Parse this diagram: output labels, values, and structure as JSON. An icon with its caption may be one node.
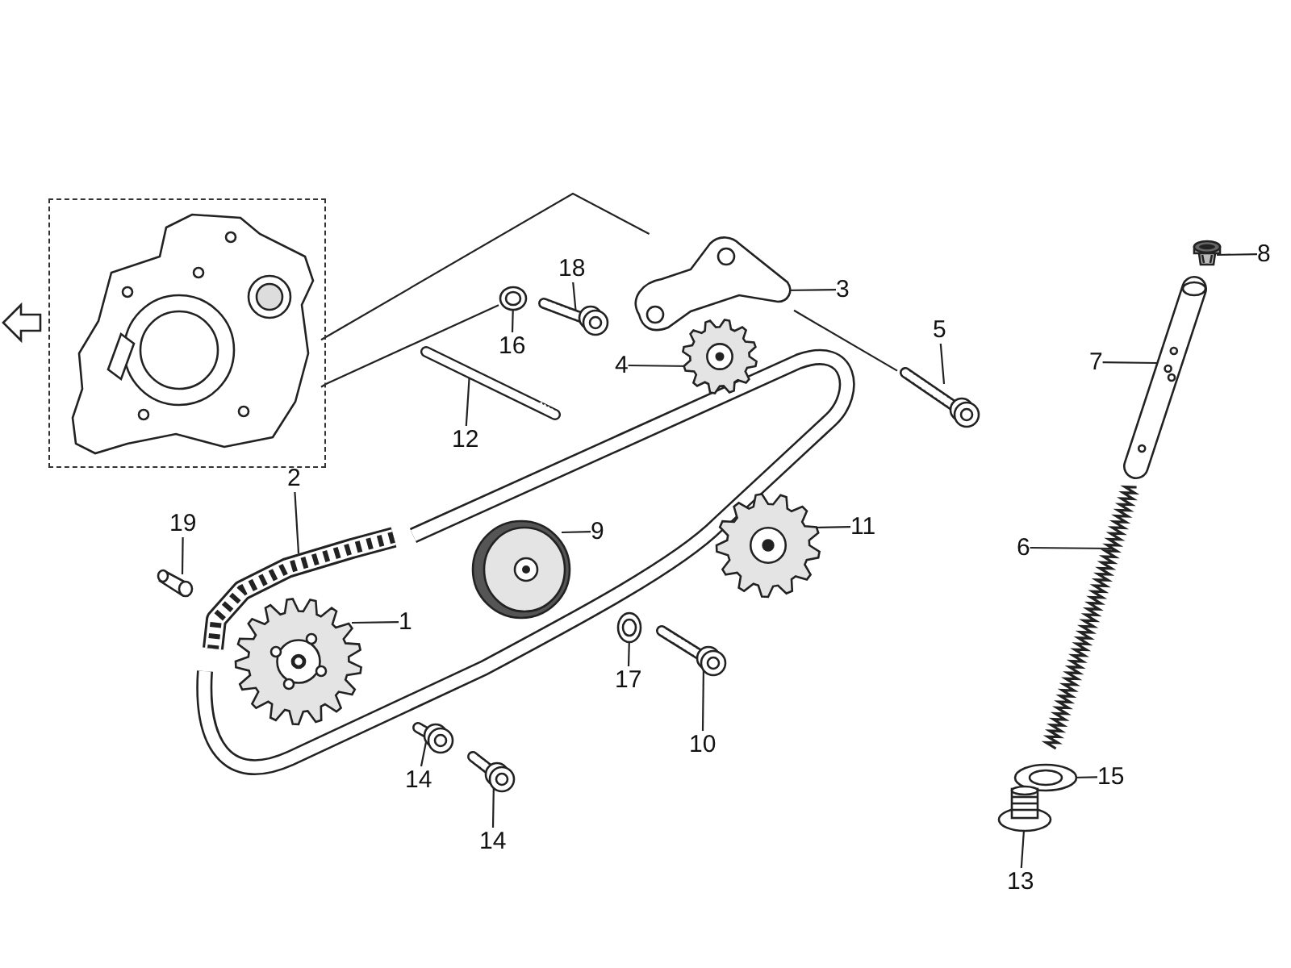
{
  "diagram": {
    "nodes": [
      {
        "text": [],
        "shape": "box"
      },
      {
        "text": [],
        "shape": "picture",
        "in": 0
      },
      {
        "text": [
          "18"
        ]
      },
      {
        "text": [],
        "shape": "picture"
      },
      {
        "text": [
          "16"
        ]
      },
      {
        "text": [],
        "shape": "picture"
      },
      {
        "text": [
          "3"
        ]
      },
      {
        "text": [],
        "shape": "picture"
      },
      {
        "text": [
          "4"
        ]
      },
      {
        "text": [],
        "shape": "picture"
      },
      {
        "text": [
          "5"
        ]
      },
      {
        "text": [],
        "shape": "picture"
      },
      {
        "text": [
          "8"
        ]
      },
      {
        "text": [],
        "shape": "picture"
      },
      {
        "text": [
          "7"
        ]
      },
      {
        "text": [],
        "shape": "picture"
      },
      {
        "text": [
          "12"
        ]
      },
      {
        "text": [],
        "shape": "picture"
      },
      {
        "text": [
          "2"
        ]
      },
      {
        "text": [],
        "shape": "picture"
      },
      {
        "text": [
          "19"
        ]
      },
      {
        "text": [],
        "shape": "picture"
      },
      {
        "text": [
          "9"
        ]
      },
      {
        "text": [],
        "shape": "picture"
      },
      {
        "text": [
          "11"
        ]
      },
      {
        "text": [],
        "shape": "picture"
      },
      {
        "text": [
          "1"
        ]
      },
      {
        "text": [],
        "shape": "picture"
      },
      {
        "text": [
          "17"
        ]
      },
      {
        "text": [],
        "shape": "picture"
      },
      {
        "text": [],
        "shape": "picture"
      },
      {
        "text": [
          "10"
        ]
      },
      {
        "text": [],
        "shape": "picture"
      },
      {
        "text": [
          "14"
        ]
      },
      {
        "text": [],
        "shape": "picture"
      },
      {
        "text": [
          "14"
        ]
      },
      {
        "text": [
          "6"
        ]
      },
      {
        "text": [],
        "shape": "picture"
      },
      {
        "text": [],
        "shape": "picture"
      },
      {
        "text": [
          "15"
        ]
      },
      {
        "text": [],
        "shape": "picture"
      },
      {
        "text": [
          "13"
        ]
      }
    ],
    "edges": [
      {
        "from": 2,
        "to": 3,
        "arrow": "none"
      },
      {
        "from": 4,
        "to": 5,
        "arrow": "none"
      },
      {
        "from": 6,
        "to": 7,
        "arrow": "none"
      },
      {
        "from": 8,
        "to": 9,
        "arrow": "none"
      },
      {
        "from": 10,
        "to": 11,
        "arrow": "none"
      },
      {
        "from": 12,
        "to": 13,
        "arrow": "none"
      },
      {
        "from": 14,
        "to": 15,
        "arrow": "none"
      },
      {
        "from": 16,
        "to": 17,
        "arrow": "none"
      },
      {
        "from": 18,
        "to": 19,
        "arrow": "none"
      },
      {
        "from": 20,
        "to": 21,
        "arrow": "none"
      },
      {
        "from": 22,
        "to": 23,
        "arrow": "none"
      },
      {
        "from": 24,
        "to": 25,
        "arrow": "none"
      },
      {
        "from": 26,
        "to": 27,
        "arrow": "none"
      },
      {
        "from": 28,
        "to": 29,
        "arrow": "none"
      },
      {
        "from": 31,
        "to": 30,
        "arrow": "none"
      },
      {
        "from": 33,
        "to": 32,
        "arrow": "none"
      },
      {
        "from": 35,
        "to": 34,
        "arrow": "none"
      },
      {
        "from": 36,
        "to": 37,
        "arrow": "none"
      },
      {
        "from": 39,
        "to": 38,
        "arrow": "none"
      },
      {
        "from": 41,
        "to": 40,
        "arrow": "none"
      },
      {
        "from": 1,
        "to": 7,
        "arrow": "none"
      },
      {
        "from": 7,
        "to": 11,
        "arrow": "none"
      },
      {
        "from": 5,
        "to": 1,
        "arrow": "none"
      }
    ]
  }
}
